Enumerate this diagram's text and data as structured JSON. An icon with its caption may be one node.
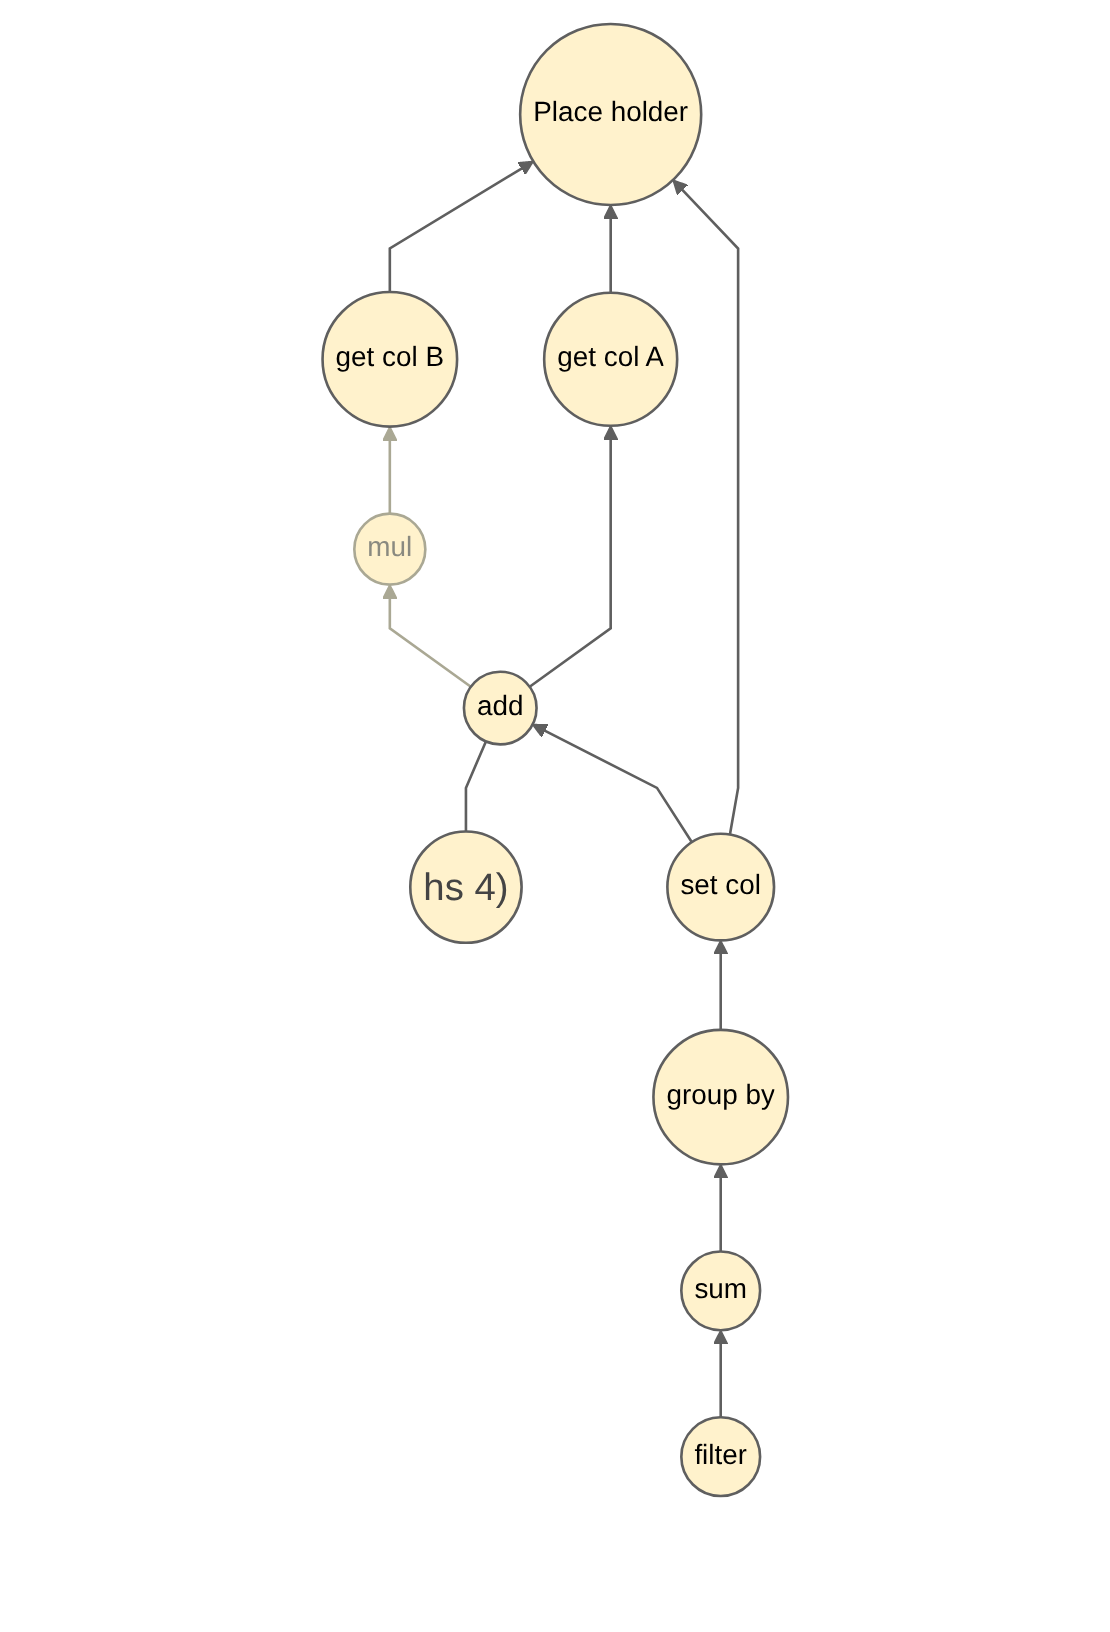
{
  "diagram": {
    "nodes": [
      {
        "text": [
          "Place holder"
        ]
      },
      {
        "text": [
          "get col B"
        ]
      },
      {
        "text": [
          "get col A"
        ]
      },
      {
        "text": [
          "mul"
        ]
      },
      {
        "text": [
          "hs 4)"
        ]
      },
      {
        "text": [
          "add"
        ]
      },
      {
        "text": [
          "set col"
        ]
      },
      {
        "text": [
          "group by"
        ]
      },
      {
        "text": [
          "sum"
        ]
      },
      {
        "text": [
          "filter"
        ]
      }
    ],
    "edges": [
      {
        "from": 1,
        "to": 0,
        "arrow": "to"
      },
      {
        "from": 2,
        "to": 0,
        "arrow": "to"
      },
      {
        "from": 3,
        "to": 1,
        "arrow": "to",
        "color": "#aaa894"
      },
      {
        "from": 5,
        "to": 3,
        "arrow": "to",
        "color": "#aaa894"
      },
      {
        "from": 4,
        "to": 5,
        "arrow": "none"
      },
      {
        "from": 5,
        "to": 2,
        "arrow": "to"
      },
      {
        "from": 6,
        "to": 0,
        "arrow": "to"
      },
      {
        "from": 6,
        "to": 5,
        "arrow": "to"
      },
      {
        "from": 7,
        "to": 6,
        "arrow": "to"
      },
      {
        "from": 8,
        "to": 7,
        "arrow": "to"
      },
      {
        "from": 9,
        "to": 8,
        "arrow": "to"
      }
    ]
  }
}
